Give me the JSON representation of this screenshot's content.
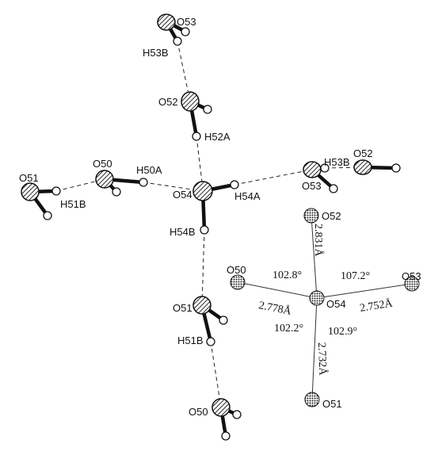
{
  "structure": {
    "atom_labels": {
      "o53_top": "O53",
      "h53b_top": "H53B",
      "o52_mid": "O52",
      "h52a": "H52A",
      "o51_left": "O51",
      "h51b_left": "H51B",
      "o50_left": "O50",
      "h50a": "H50A",
      "o54": "O54",
      "h54a": "H54A",
      "h54b": "H54B",
      "h53b_right": "H53B",
      "o52_right": "O52",
      "o53_right": "O53",
      "o51_lower": "O51",
      "h51b_lower": "H51B",
      "o50_bottom": "O50"
    }
  },
  "geometry": {
    "labels": {
      "o52": "O52",
      "o50": "O50",
      "o54": "O54",
      "o53": "O53",
      "o51": "O51"
    },
    "distances": {
      "o54_o52": "2.831Å",
      "o54_o50": "2.778Å",
      "o54_o53": "2.752Å",
      "o54_o51": "2.732Å"
    },
    "angles": {
      "o50_o54_o52": "102.8°",
      "o52_o54_o53": "107.2°",
      "o50_o54_o51": "102.2°",
      "o51_o54_o53": "102.9°"
    }
  }
}
